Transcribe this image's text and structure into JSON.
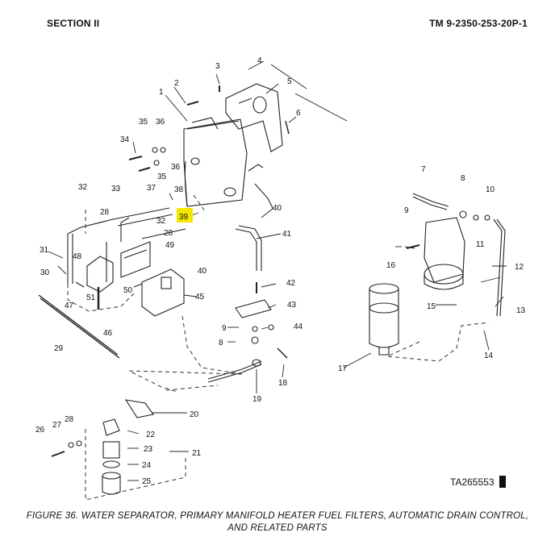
{
  "header": {
    "section": "SECTION II",
    "tm_number": "TM 9-2350-253-20P-1"
  },
  "figure": {
    "caption_line1": "FIGURE 36.  WATER SEPARATOR, PRIMARY MANIFOLD HEATER FUEL FILTERS, AUTOMATIC DRAIN CONTROL,",
    "caption_line2": "AND RELATED PARTS",
    "ta_number": "TA265553",
    "highlight_color": "#f5e600",
    "callouts": {
      "c1": "1",
      "c2": "2",
      "c3": "3",
      "c4": "4",
      "c5": "5",
      "c6": "6",
      "c7": "7",
      "c8": "8",
      "c9": "9",
      "c10": "10",
      "c11": "11",
      "c12": "12",
      "c13": "13",
      "c14": "14",
      "c15": "15",
      "c16": "16",
      "c17": "17",
      "c18": "18",
      "c19": "19",
      "c20": "20",
      "c21": "21",
      "c22": "22",
      "c23": "23",
      "c24": "24",
      "c25": "25",
      "c26": "26",
      "c27": "27",
      "c28": "28",
      "c29": "29",
      "c30": "30",
      "c31": "31",
      "c32": "32",
      "c33": "33",
      "c34": "34",
      "c35": "35",
      "c36": "36",
      "c37": "37",
      "c38": "38",
      "c39": "39",
      "c40": "40",
      "c41": "41",
      "c42": "42",
      "c43": "43",
      "c44": "44",
      "c45": "45",
      "c46": "46",
      "c47": "47",
      "c48": "48",
      "c49": "49",
      "c50": "50",
      "c51": "51"
    }
  }
}
